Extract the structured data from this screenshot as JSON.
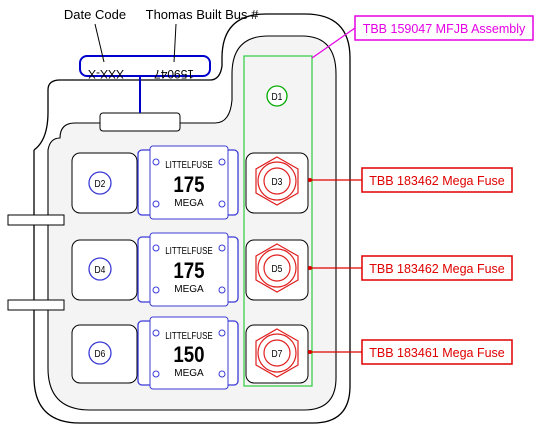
{
  "header": {
    "date_code_label": "Date Code",
    "bus_number_label": "Thomas Built Bus #"
  },
  "stamp": {
    "date_code_value": "XXX-X",
    "bus_number_value": "159047"
  },
  "assembly": {
    "label": "TBB 159047 MFJB Assembly",
    "color": "#e600e6"
  },
  "diodes": {
    "d1": "D1",
    "d2": "D2",
    "d3": "D3",
    "d4": "D4",
    "d5": "D5",
    "d6": "D6",
    "d7": "D7"
  },
  "fuses": [
    {
      "brand": "LITTELFUSE",
      "rating": "175",
      "type": "MEGA"
    },
    {
      "brand": "LITTELFUSE",
      "rating": "175",
      "type": "MEGA"
    },
    {
      "brand": "LITTELFUSE",
      "rating": "150",
      "type": "MEGA"
    }
  ],
  "callouts": [
    {
      "label": "TBB 183462 Mega Fuse"
    },
    {
      "label": "TBB 183462 Mega Fuse"
    },
    {
      "label": "TBB 183461 Mega Fuse"
    }
  ],
  "colors": {
    "outline": "#000000",
    "stamp_blue": "#0000cc",
    "fuse_blue": "#3b3bd6",
    "terminal_red": "#e02020",
    "callout_red": "#e00000",
    "diode_green": "#00aa00",
    "region_green": "#2ecc40",
    "body_fill": "#f4f4f4"
  }
}
